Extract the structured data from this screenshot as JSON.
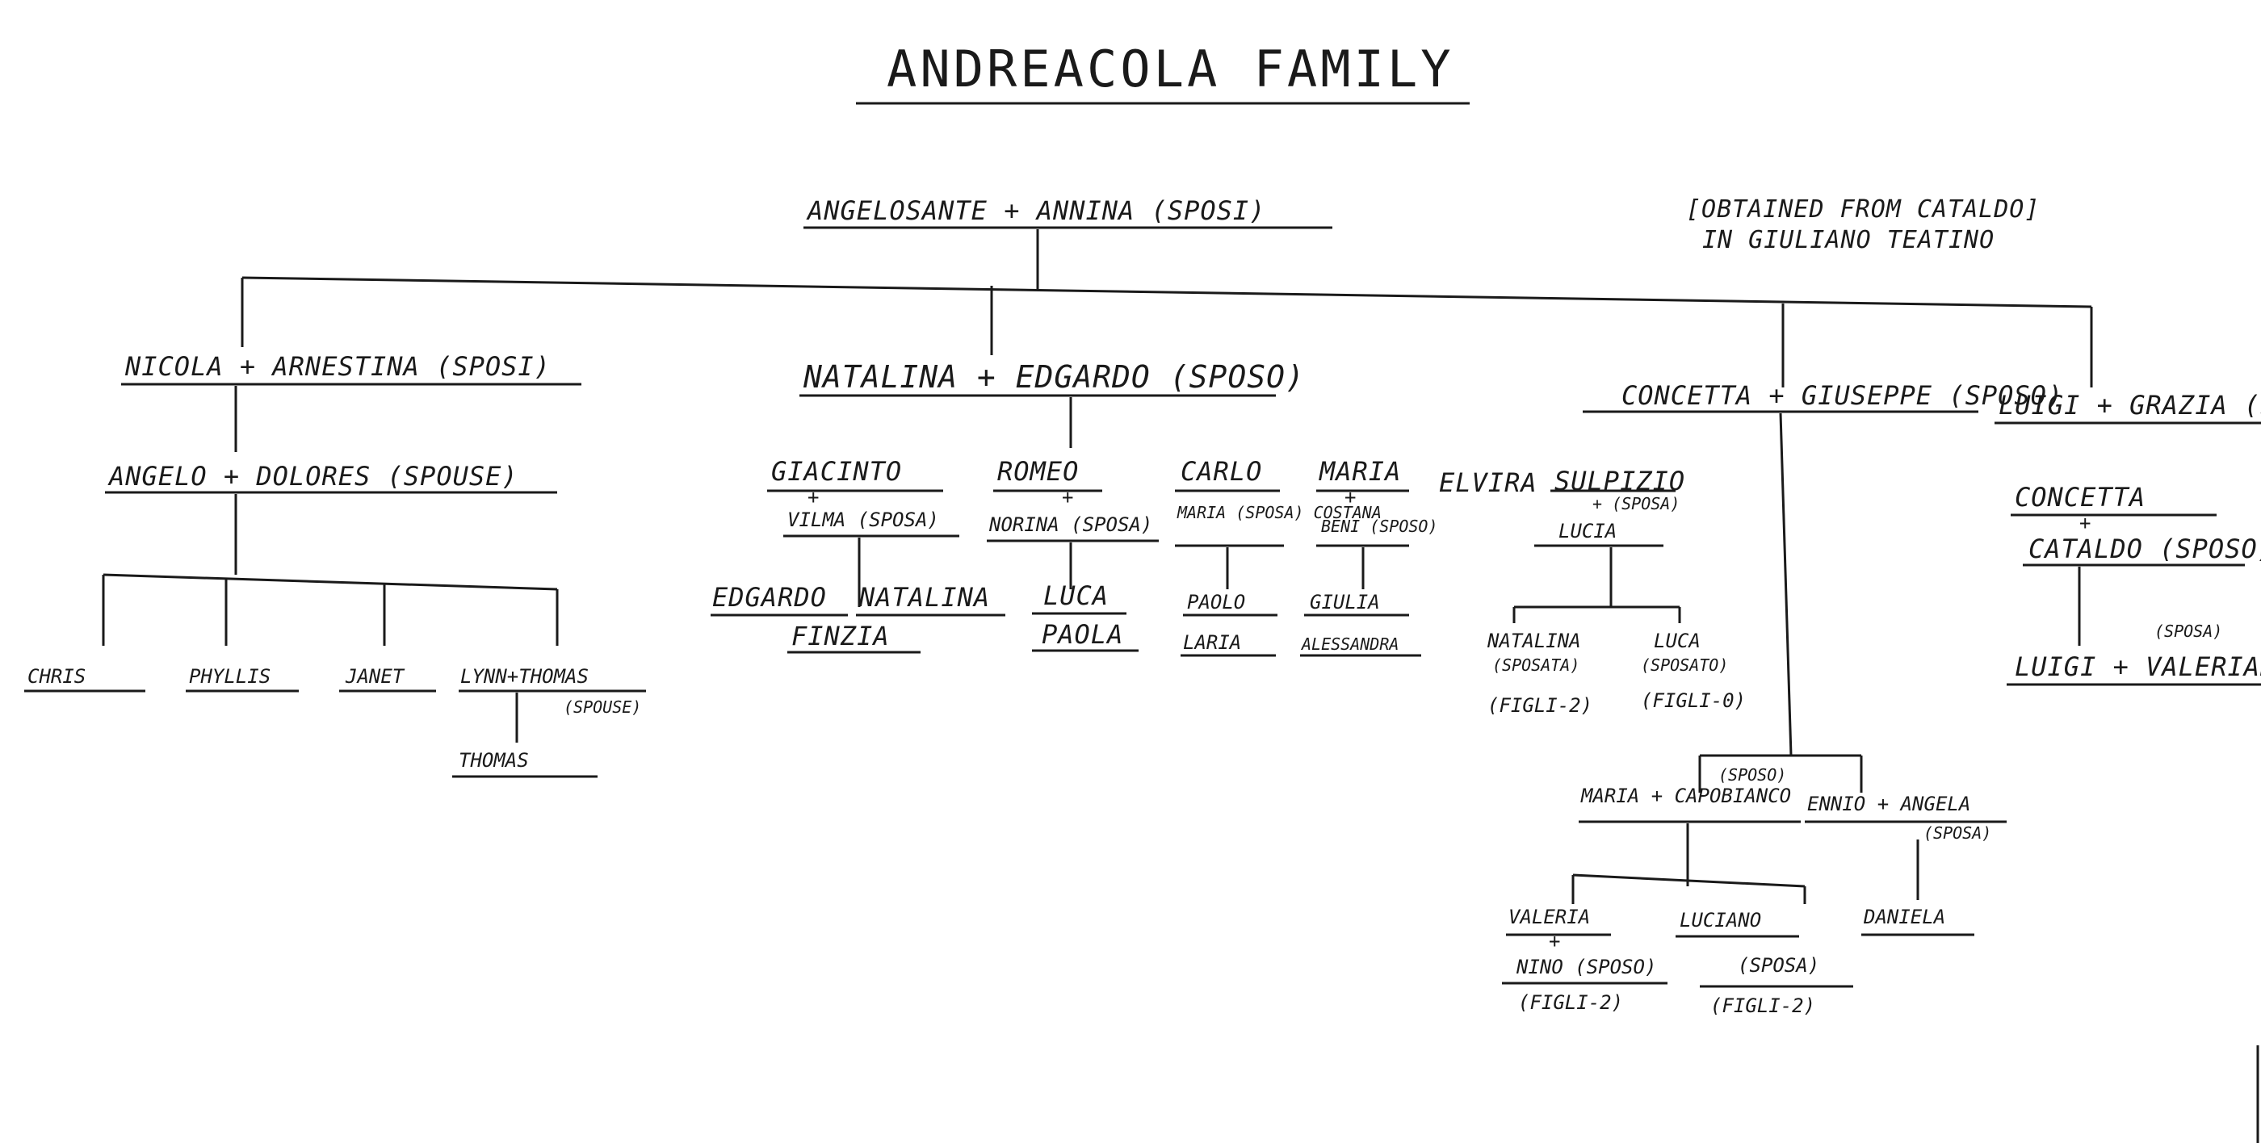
{
  "title": "ANDREACOLA FAMILY",
  "source_note": [
    "[OBTAINED FROM CATALDO]",
    "IN GIULIANO TEATINO"
  ],
  "root": "ANGELOSANTE + ANNINA (SPOSI)",
  "nicola": {
    "couple": "NICOLA + ARNESTINA (SPOSI)",
    "son": "ANGELO + DOLORES (SPOUSE)",
    "children": [
      "CHRIS",
      "PHYLLIS",
      "JANET",
      "LYNN+THOMAS"
    ],
    "lynn_spouse": "(SPOUSE)",
    "grandchild": "THOMAS"
  },
  "natalina": {
    "couple": "NATALINA + EDGARDO (SPOSO)",
    "giacinto": "GIACINTO",
    "vilma": "VILMA (SPOSA)",
    "romeo": "ROMEO",
    "norina": "NORINA (SPOSA)",
    "carlo": "CARLO",
    "carlo_wife": "MARIA (SPOSA) COSTANA",
    "maria": "MARIA",
    "maria_spouse": "BENI (SPOSO)",
    "elvira": "ELVIRA",
    "sulpizio": "SULPIZIO",
    "sulpizio_spouse_note": "+ (SPOSA)",
    "lucia": "LUCIA",
    "g_children": [
      "EDGARDO",
      "NATALINA",
      "FINZIA"
    ],
    "r_children": [
      "LUCA",
      "PAOLA"
    ],
    "c_children": [
      "PAOLO",
      "LARIA"
    ],
    "m_children": [
      "GIULIA",
      "ALESSANDRA"
    ],
    "s_child_1": "NATALINA",
    "s_child_1_note": "(SPOSATA)",
    "s_child_1_figli": "(FIGLI-2)",
    "s_child_2": "LUCA",
    "s_child_2_note": "(SPOSATO)",
    "s_child_2_figli": "(FIGLI-0)"
  },
  "concetta": {
    "couple": "CONCETTA + GIUSEPPE (SPOSO)",
    "child_1": "MARIA + CAPOBIANCO",
    "child_1_note": "(SPOSO)",
    "child_2": "ENNIO + ANGELA",
    "child_2_note": "(SPOSA)",
    "gc_1": "VALERIA",
    "gc_1_spouse": "NINO (SPOSO)",
    "gc_1_figli": "(FIGLI-2)",
    "gc_2": "LUCIANO",
    "gc_2_spouse": "(SPOSA)",
    "gc_2_figli": "(FIGLI-2)",
    "gc_3": "DANIELA"
  },
  "luigi": {
    "couple": "LUIGI + GRAZIA (SPOSA)",
    "child": "CONCETTA",
    "child_spouse": "CATALDO (SPOSO)",
    "grandchild": "LUIGI + VALERIANA",
    "grandchild_note": "(SPOSA)"
  }
}
